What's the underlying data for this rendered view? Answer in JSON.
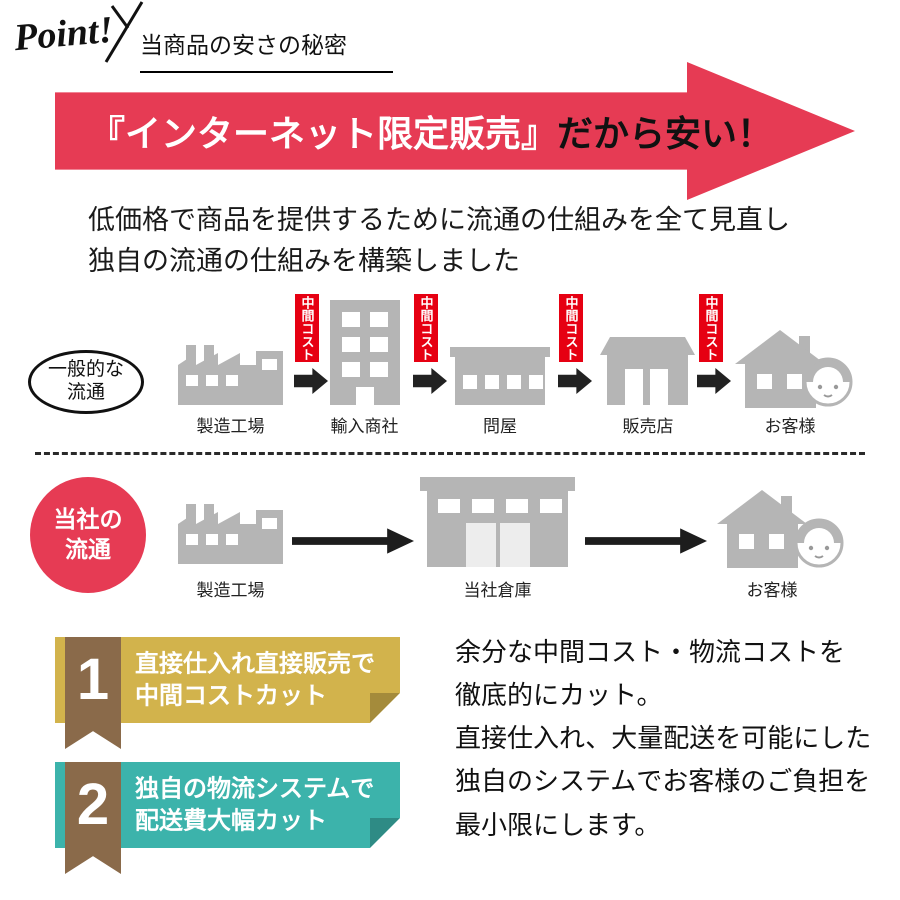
{
  "header": {
    "logo": "Point!",
    "title": "当商品の安さの秘密"
  },
  "banner": {
    "highlight": "『インターネット限定販売』",
    "suffix": "だから安い！"
  },
  "intro": {
    "line1": "低価格で商品を提供するために流通の仕組みを全て見直し",
    "line2": "独自の流通の仕組みを構築しました"
  },
  "general_flow": {
    "label1": "一般的な",
    "label2": "流通",
    "cost_tag": "中間コスト",
    "steps": [
      "製造工場",
      "輸入商社",
      "問屋",
      "販売店",
      "お客様"
    ]
  },
  "company_flow": {
    "label1": "当社の",
    "label2": "流通",
    "steps": [
      "製造工場",
      "当社倉庫",
      "お客様"
    ]
  },
  "points": [
    {
      "number": "1",
      "line1": "直接仕入れ直接販売で",
      "line2": "中間コストカット"
    },
    {
      "number": "2",
      "line1": "独自の物流システムで",
      "line2": "配送費大幅カット"
    }
  ],
  "description": {
    "lines": [
      "余分な中間コスト・物流コストを",
      "徹底的にカット。",
      "直接仕入れ、大量配送を可能にした",
      "独自のシステムでお客様のご負担を",
      "最小限にします。"
    ]
  },
  "colors": {
    "banner_red": "#e63b54",
    "cost_tag_red": "#e60012",
    "point1_gold": "#d2b34c",
    "point2_teal": "#3cb3ab",
    "ribbon_brown": "#8a6a4a",
    "icon_gray": "#b5b5b5"
  }
}
